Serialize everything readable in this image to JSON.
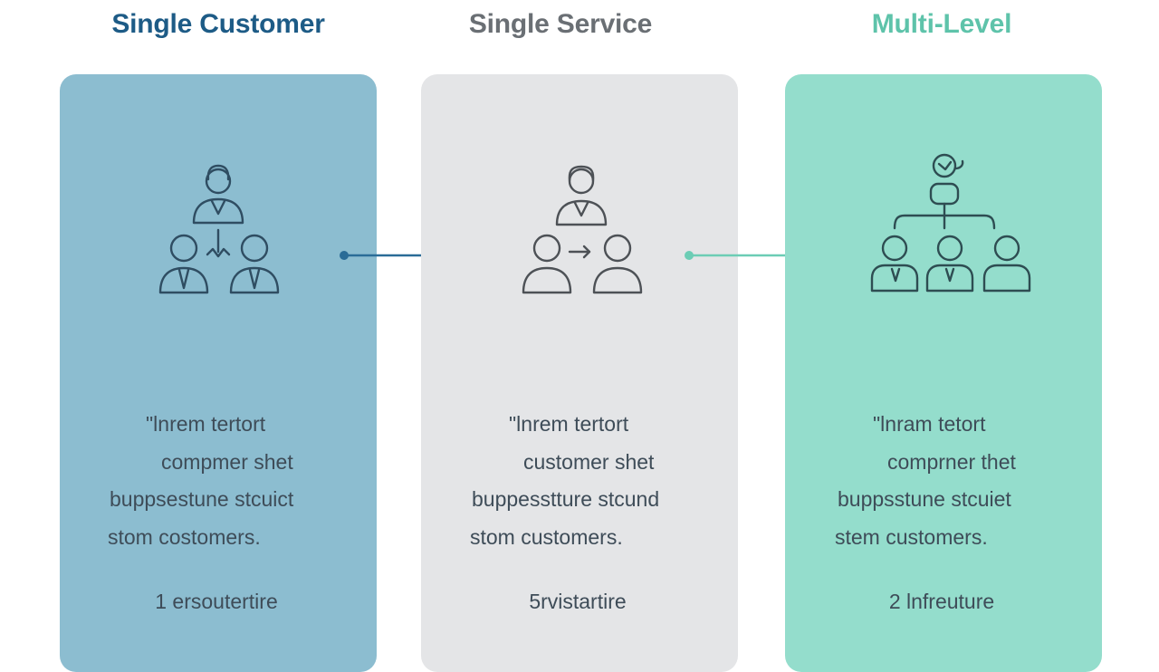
{
  "columns": [
    {
      "title": "Single Customer",
      "title_color": "#1d5b86",
      "panel_color": "#8cbdd0",
      "icon_color": "#2f4d62",
      "icon": "customer-group-icon",
      "desc": [
        "\"lnrem tertort",
        "compmer shet",
        "buppsestune stcuict",
        "stom costomers."
      ],
      "footer": "1 ersoutertire"
    },
    {
      "title": "Single Service",
      "title_color": "#6a6f74",
      "panel_color": "#e4e5e7",
      "icon_color": "#4d5156",
      "icon": "service-transfer-icon",
      "desc": [
        "\"lnrem tertort",
        "customer shet",
        "buppesstture stcund",
        "stom customers."
      ],
      "footer": "5rvistartire"
    },
    {
      "title": "Multi-Level",
      "title_color": "#5ec3aa",
      "panel_color": "#94ddcc",
      "icon_color": "#2e4d52",
      "icon": "hierarchy-icon",
      "desc": [
        "\"lnram tetort",
        "comprner thet",
        "buppsstune stcuiet",
        "stem customers."
      ],
      "footer": "2 lnfreuture"
    }
  ],
  "arrows": [
    {
      "color": "#2a6c97"
    },
    {
      "color": "#6ccdb5"
    }
  ]
}
